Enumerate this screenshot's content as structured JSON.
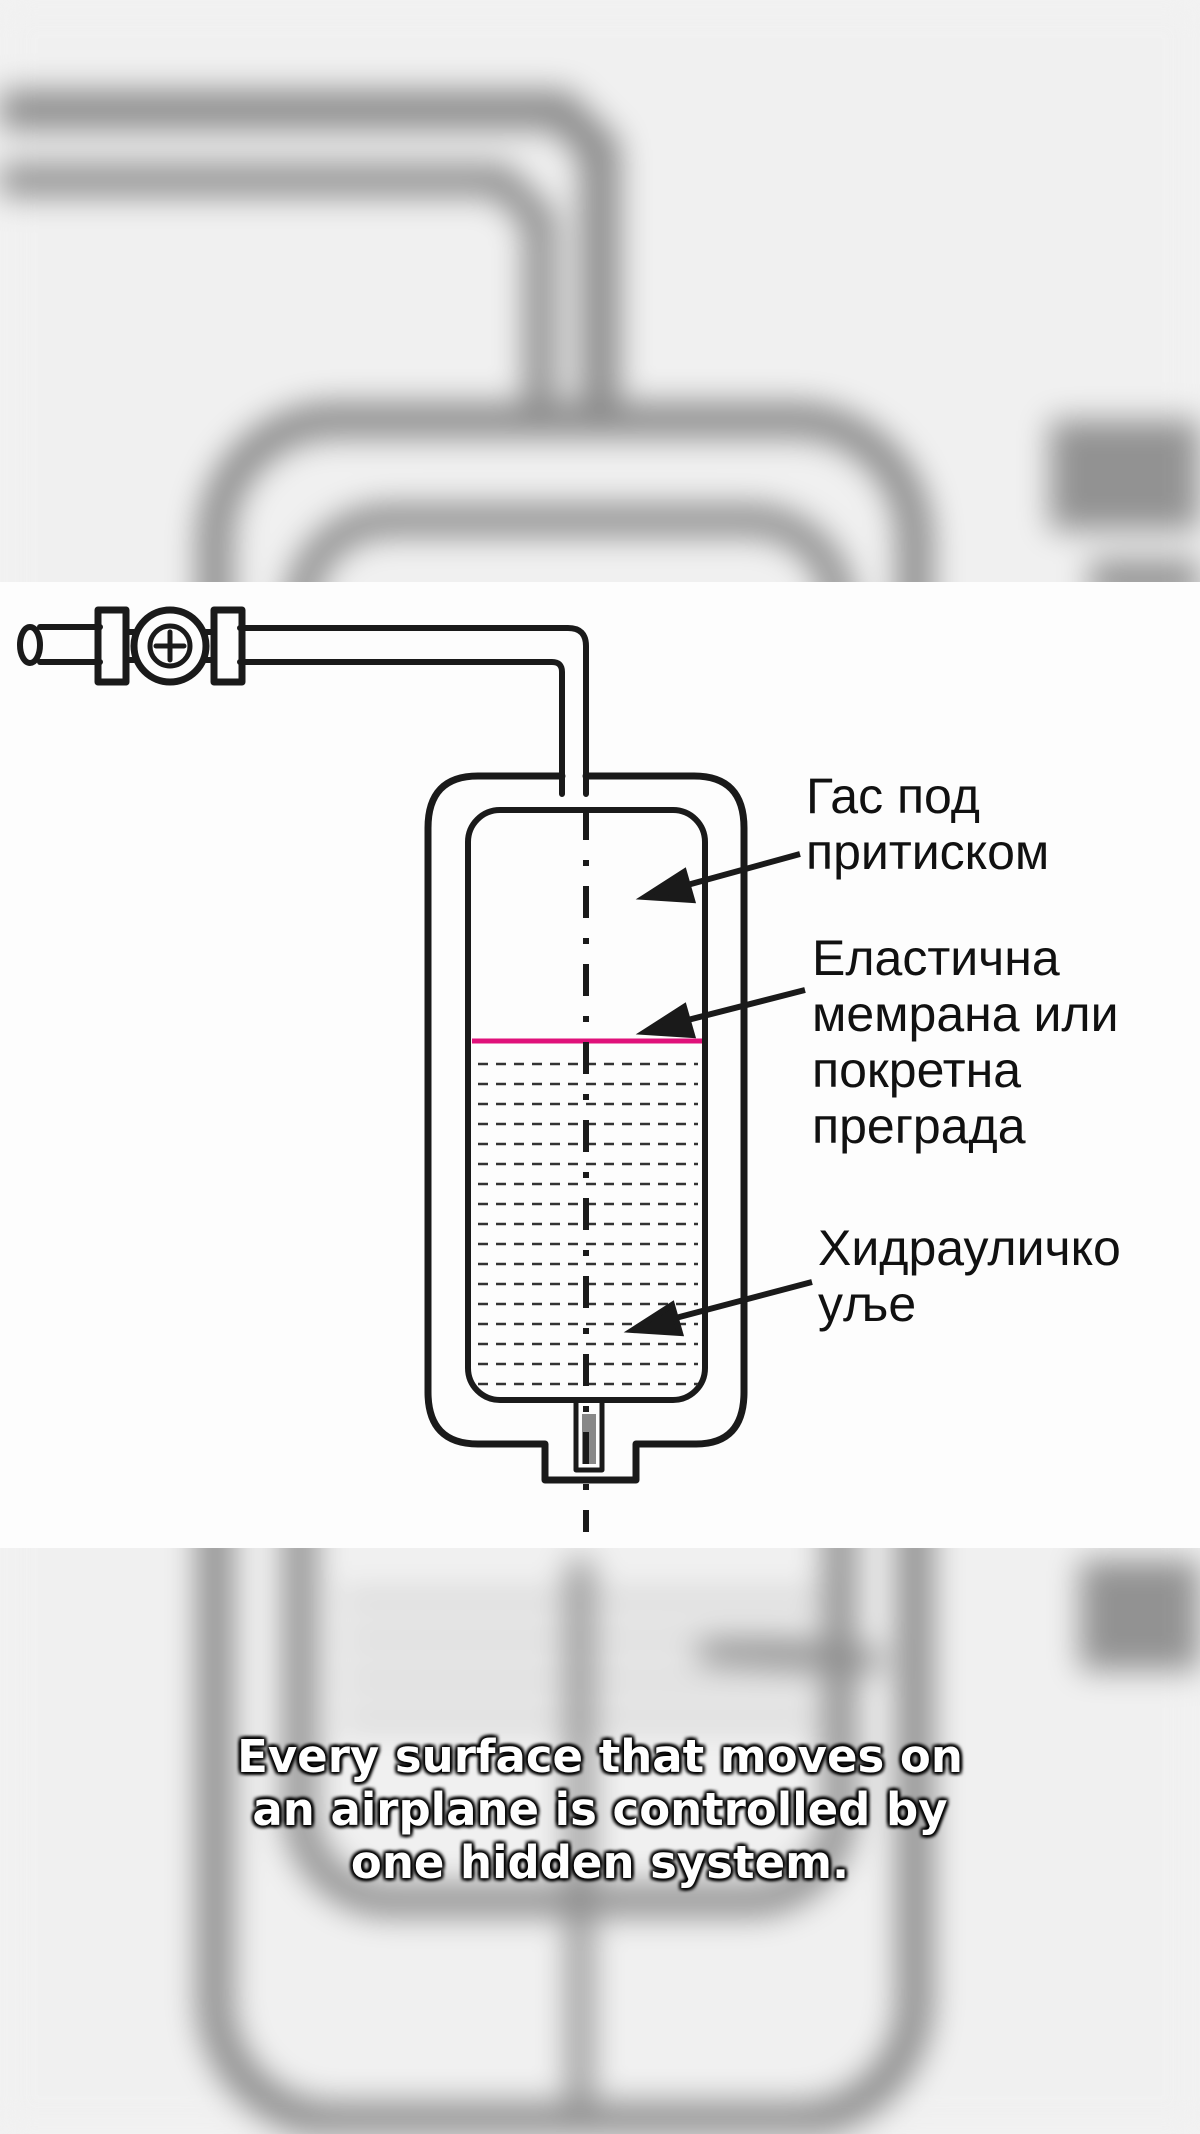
{
  "diagram": {
    "labels": {
      "gas": [
        "Гас под",
        "притиском"
      ],
      "membrane": [
        "Еластична",
        "мемрана или",
        "покретна",
        "преграда"
      ],
      "oil": [
        "Хидрауличко",
        "уље"
      ]
    },
    "colors": {
      "line": "#1a1a1a",
      "membrane": "#e0117a",
      "background": "#fdfdfd"
    }
  },
  "caption": {
    "text": "Every surface that moves on an airplane is controlled by one hidden system."
  }
}
